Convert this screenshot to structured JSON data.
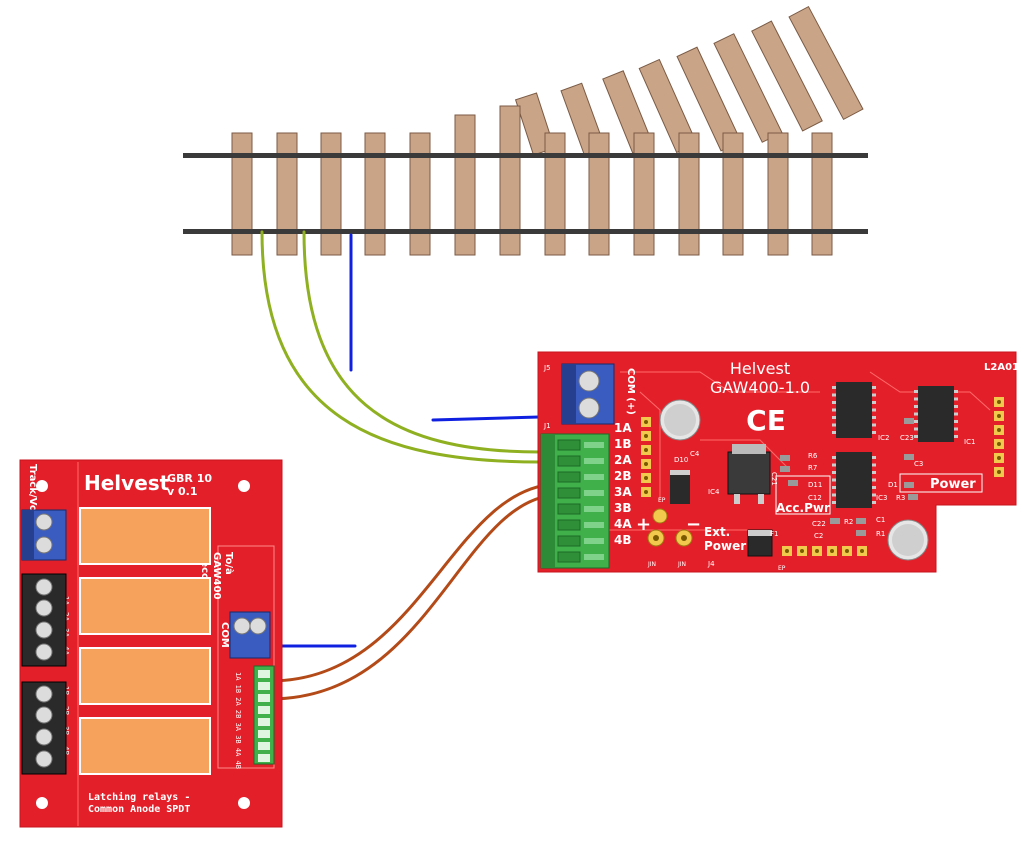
{
  "colors": {
    "pcb": "#e3202a",
    "pcb_dark": "#c8141e",
    "tie": "#c9a487",
    "rail": "#3a3a3a",
    "wire_green": "#8fb020",
    "wire_blue": "#1020e0",
    "wire_brown": "#b34a18",
    "terminal_blue": "#3a5bbf",
    "terminal_black": "#2a2a2a",
    "terminal_green": "#3fb04a",
    "relay": "#f7a25c"
  },
  "gbr10": {
    "brand": "Helvest",
    "model": "GBR 10",
    "version": "v 0.1",
    "side_label": "Track/Voie COM",
    "decoder_label_1": "To/à",
    "decoder_label_2": "GAW400",
    "decoder_label_3": "Decoder",
    "com_label": "COM",
    "bank_a_labels": [
      "1A",
      "2A",
      "3A",
      "4A"
    ],
    "bank_b_labels": [
      "1B",
      "2B",
      "3B",
      "4B"
    ],
    "header_pins": "1A 1B 2A 2B 3A 3B 4A 4B",
    "footer_1": "Latching relays -",
    "footer_2": "Common Anode SPDT"
  },
  "gaw400": {
    "brand": "Helvest",
    "model": "GAW400-1.0",
    "ce_mark": "CE",
    "corner_id": "L2A01",
    "com_label": "COM (+)",
    "j5": "J5",
    "j1": "J1",
    "j4": "J4",
    "jin": "JIN",
    "outputs": [
      "1A",
      "1B",
      "2A",
      "2B",
      "3A",
      "3B",
      "4A",
      "4B"
    ],
    "power_label": "Power",
    "acc_pwr_label": "Acc.Pwr",
    "ext_power_1": "Ext.",
    "ext_power_2": "Power",
    "plus": "+",
    "minus": "−",
    "components": [
      "IC2",
      "IC1",
      "IC3",
      "IC4",
      "C4",
      "C3",
      "C23",
      "C21",
      "C12",
      "C22",
      "C2",
      "C1",
      "D10",
      "D11",
      "D1",
      "R6",
      "R7",
      "R2",
      "R1",
      "R3",
      "F1",
      "EP",
      "EP"
    ]
  }
}
